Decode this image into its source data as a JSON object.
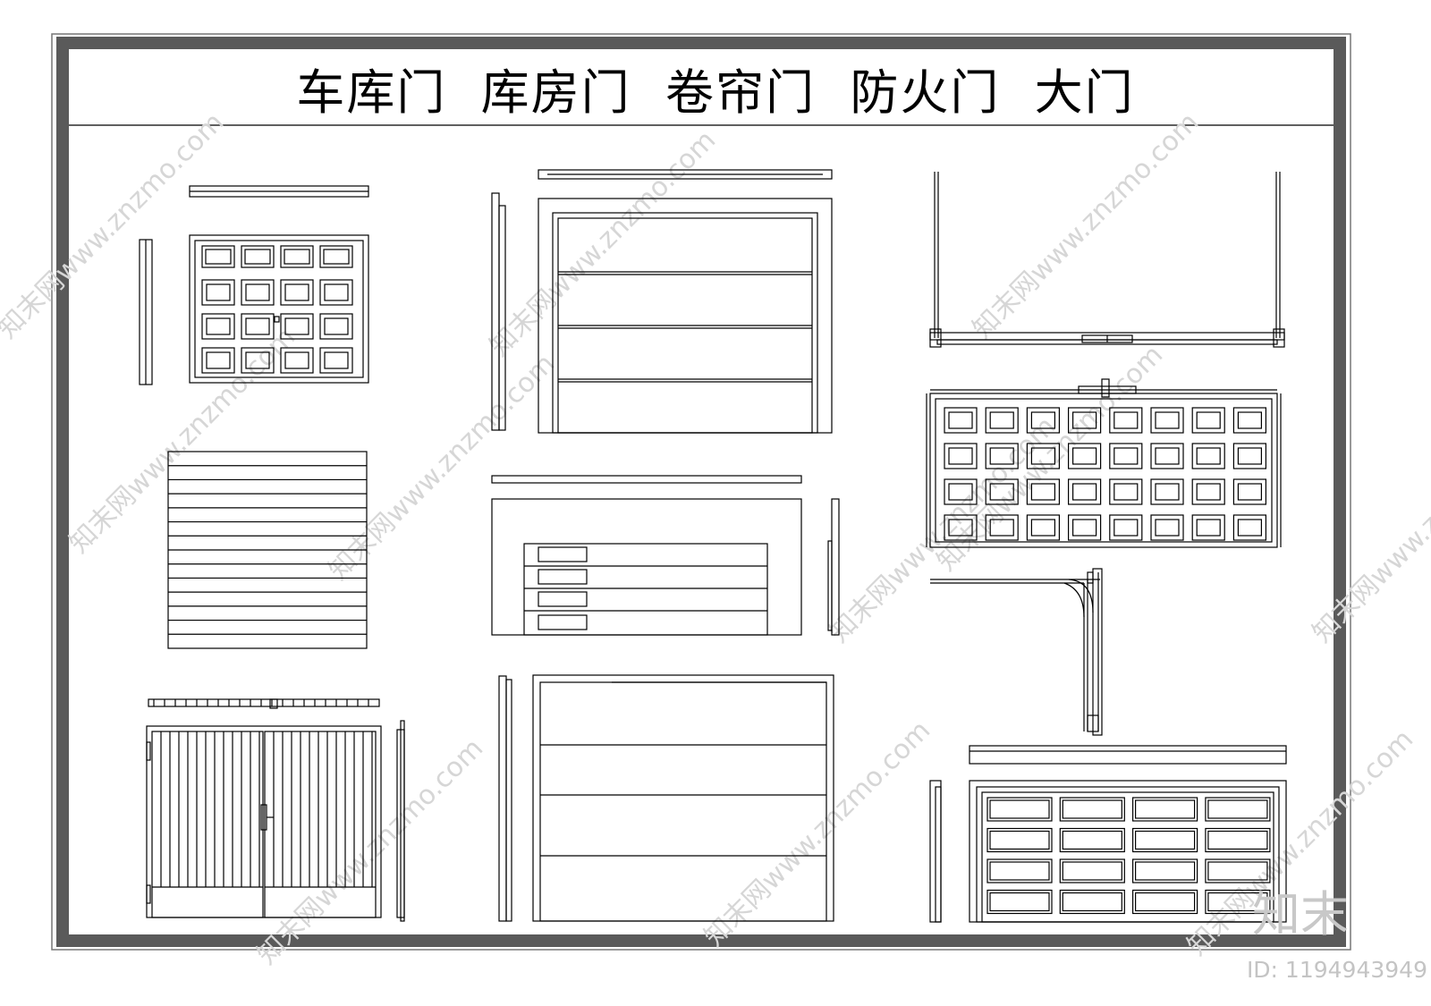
{
  "sheet": {
    "title": "车库门  库房门  卷帘门  防火门  大门"
  },
  "watermark": {
    "text": "知末网www.znzmo.com",
    "brand": "知末",
    "id_label": "ID: 1194943949"
  },
  "colors": {
    "frame": "#5a5a5a",
    "line": "#000000",
    "watermark": "#d6d6d6",
    "background": "#ffffff"
  }
}
